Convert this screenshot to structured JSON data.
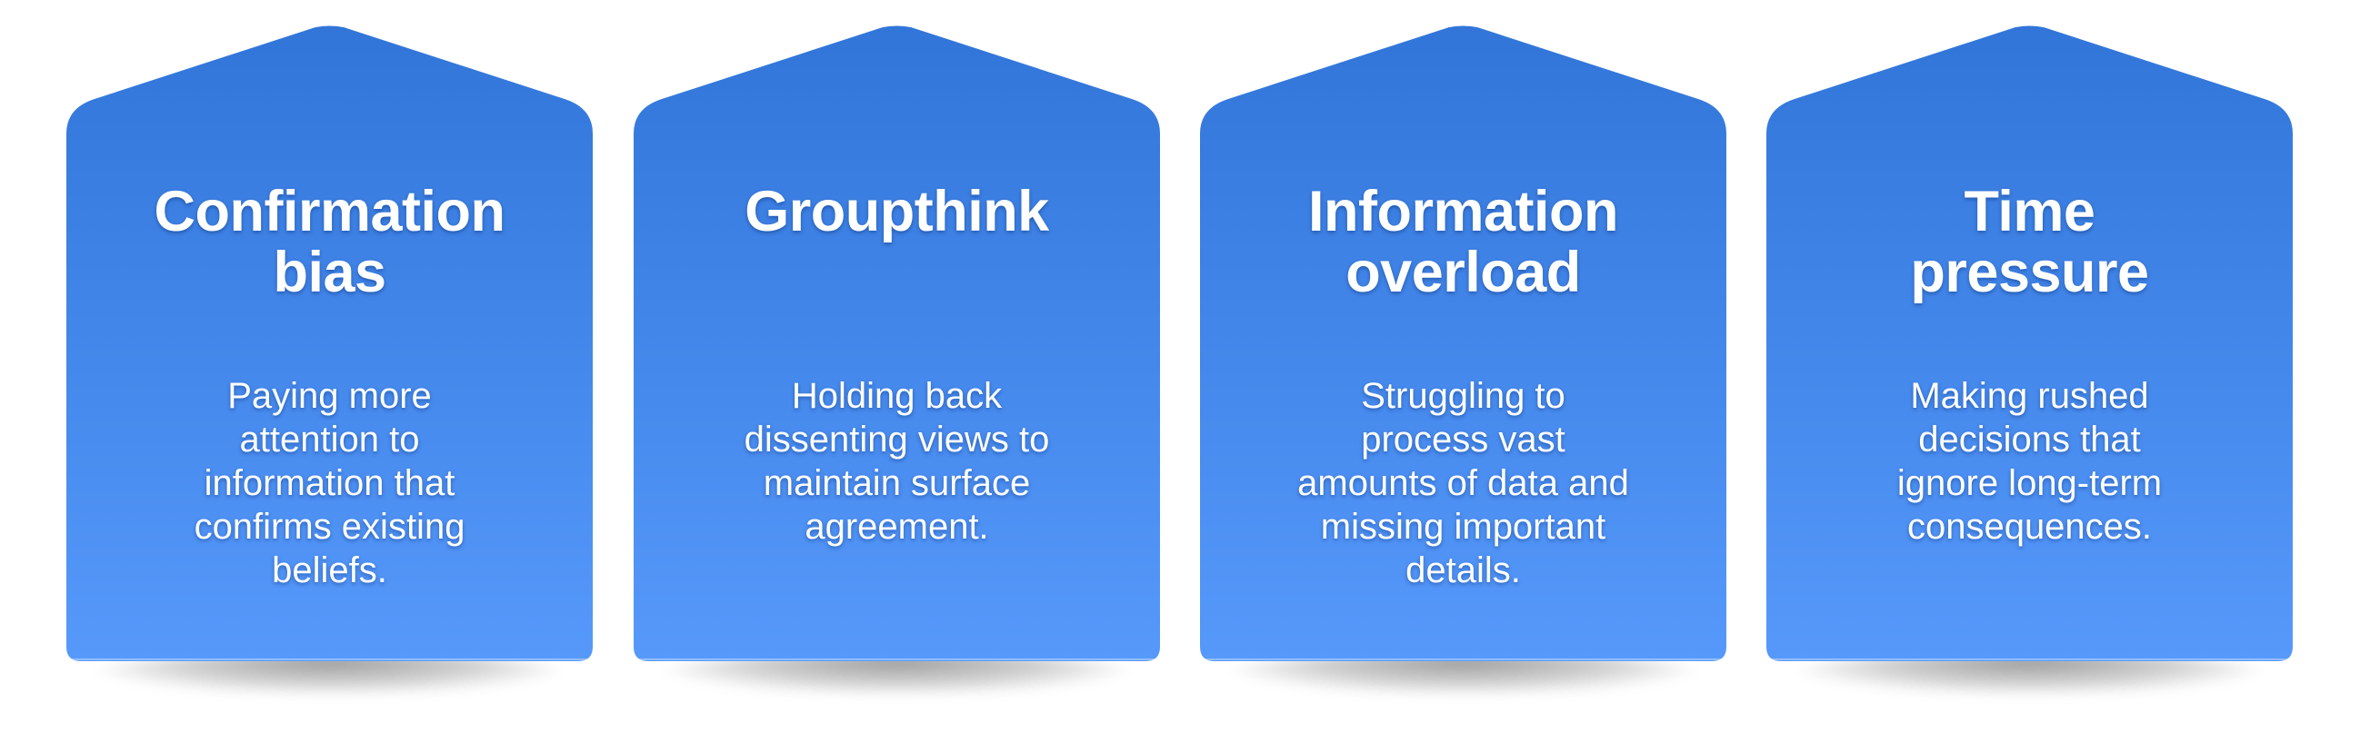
{
  "colors": {
    "gradient_top": "#3276DA",
    "gradient_bottom": "#5598FA",
    "text": "#FFFFFF",
    "background": "#FFFFFF"
  },
  "cards": [
    {
      "title_lines": [
        "Confirmation",
        "bias"
      ],
      "title": "Confirmation bias",
      "body_lines": [
        "Paying more",
        "attention to",
        "information that",
        "confirms existing",
        "beliefs."
      ],
      "body": "Paying more attention to information that confirms existing beliefs."
    },
    {
      "title_lines": [
        "Groupthink"
      ],
      "title": "Groupthink",
      "body_lines": [
        "Holding back",
        "dissenting views to",
        "maintain surface",
        "agreement."
      ],
      "body": "Holding back dissenting views to maintain surface agreement."
    },
    {
      "title_lines": [
        "Information",
        "overload"
      ],
      "title": "Information overload",
      "body_lines": [
        "Struggling to",
        "process vast",
        "amounts of data and",
        "missing important",
        "details."
      ],
      "body": "Struggling to process vast amounts of data and missing important details."
    },
    {
      "title_lines": [
        "Time",
        "pressure"
      ],
      "title": "Time pressure",
      "body_lines": [
        "Making rushed",
        "decisions that",
        "ignore long-term",
        "consequences."
      ],
      "body": "Making rushed decisions that ignore long-term consequences."
    }
  ]
}
